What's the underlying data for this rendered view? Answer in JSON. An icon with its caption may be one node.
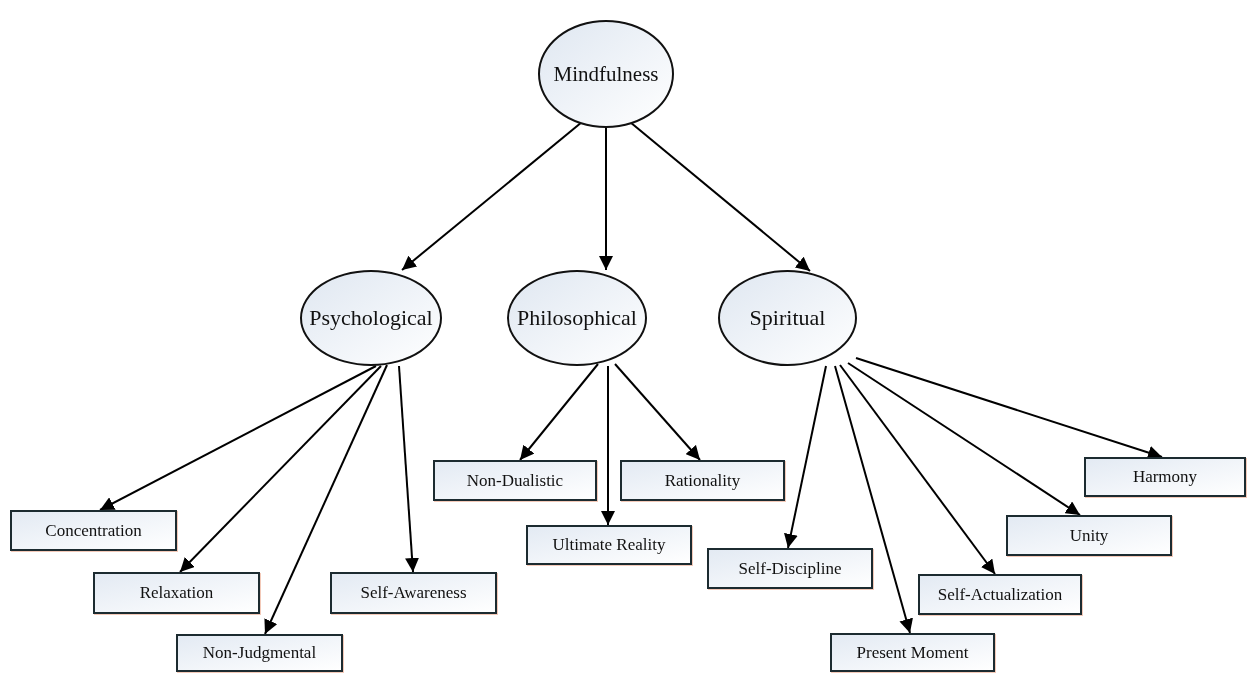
{
  "diagram": {
    "nodes": [
      {
        "text": [
          "Mindfulness"
        ]
      },
      {
        "text": [
          "Psychological"
        ]
      },
      {
        "text": [
          "Philosophical"
        ]
      },
      {
        "text": [
          "Spiritual"
        ]
      },
      {
        "text": [
          "Concentration"
        ]
      },
      {
        "text": [
          "Relaxation"
        ]
      },
      {
        "text": [
          "Non-Judgmental"
        ]
      },
      {
        "text": [
          "Self-Awareness"
        ]
      },
      {
        "text": [
          "Non-Dualistic"
        ]
      },
      {
        "text": [
          "Rationality"
        ]
      },
      {
        "text": [
          "Ultimate Reality"
        ]
      },
      {
        "text": [
          "Self-Discipline"
        ]
      },
      {
        "text": [
          "Present Moment"
        ]
      },
      {
        "text": [
          "Self-Actualization"
        ]
      },
      {
        "text": [
          "Unity"
        ]
      },
      {
        "text": [
          "Harmony"
        ]
      }
    ],
    "edges": [
      {
        "from": 0,
        "to": 1,
        "arrow": "to"
      },
      {
        "from": 0,
        "to": 2,
        "arrow": "to"
      },
      {
        "from": 0,
        "to": 3,
        "arrow": "to"
      },
      {
        "from": 1,
        "to": 4,
        "arrow": "to"
      },
      {
        "from": 1,
        "to": 5,
        "arrow": "to"
      },
      {
        "from": 1,
        "to": 6,
        "arrow": "to"
      },
      {
        "from": 1,
        "to": 7,
        "arrow": "to"
      },
      {
        "from": 2,
        "to": 8,
        "arrow": "to"
      },
      {
        "from": 2,
        "to": 10,
        "arrow": "to"
      },
      {
        "from": 2,
        "to": 9,
        "arrow": "to"
      },
      {
        "from": 3,
        "to": 11,
        "arrow": "to"
      },
      {
        "from": 3,
        "to": 12,
        "arrow": "to"
      },
      {
        "from": 3,
        "to": 13,
        "arrow": "to"
      },
      {
        "from": 3,
        "to": 14,
        "arrow": "to"
      },
      {
        "from": 3,
        "to": 15,
        "arrow": "to"
      }
    ]
  }
}
